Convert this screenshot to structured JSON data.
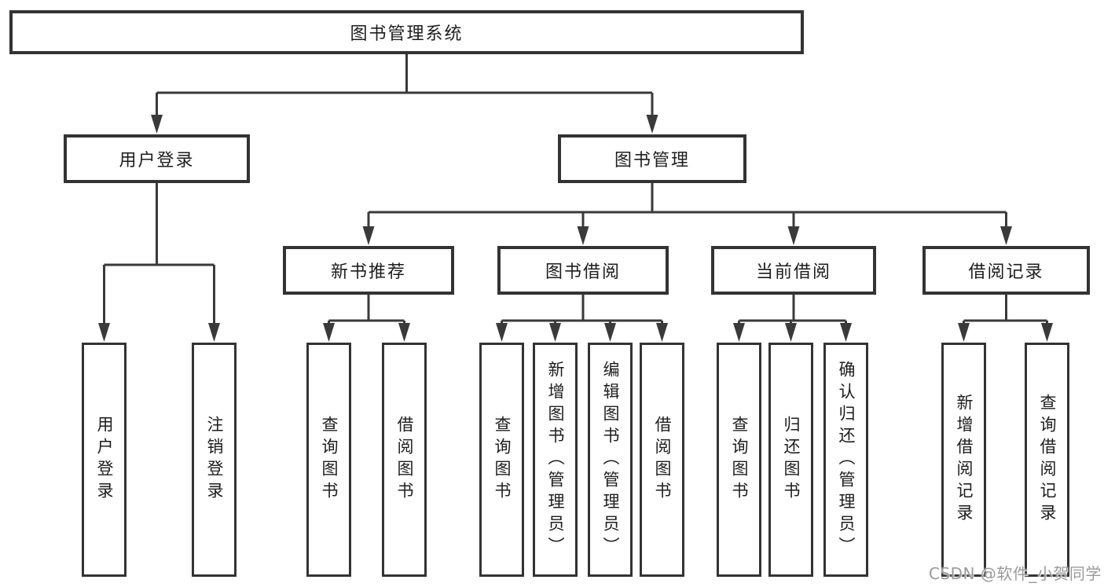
{
  "nodes": {
    "root": "图书管理系统",
    "user_login": "用户登录",
    "book_management": "图书管理",
    "new_book_recommend": "新书推荐",
    "book_borrow": "图书借阅",
    "current_borrow": "当前借阅",
    "borrow_records": "借阅记录",
    "ul_login": "用户登录",
    "ul_logout": "注销登录",
    "nbr_query": "查询图书",
    "nbr_borrow": "借阅图书",
    "bb_query": "查询图书",
    "bb_add": "新增图书（管理员）",
    "bb_edit": "编辑图书（管理员）",
    "bb_borrow": "借阅图书",
    "cb_query": "查询图书",
    "cb_return": "归还图书",
    "cb_confirm": "确认归还（管理员）",
    "br_add": "新增借阅记录",
    "br_query": "查询借阅记录"
  },
  "watermark": {
    "text": "CSDN @软件_小贺同学",
    "color": "#9a9a9a"
  },
  "colors": {
    "line": "#3a3a3a",
    "box_border": "#333333",
    "text": "#1d1d1d",
    "background": "#ffffff"
  }
}
